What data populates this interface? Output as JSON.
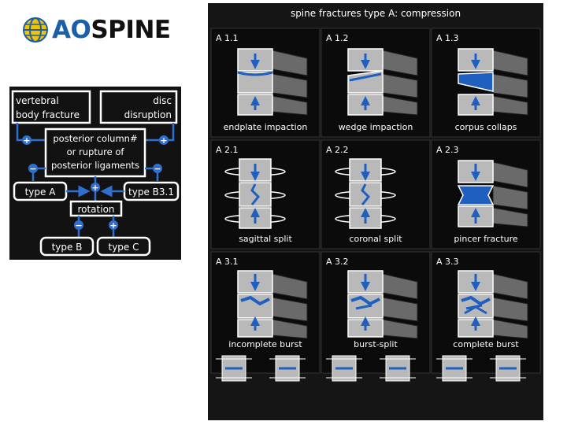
{
  "logo": {
    "text_ao": "AO",
    "text_spine": "SPINE",
    "icon": "globe-icon",
    "brand_color": "#1b5fa8"
  },
  "flowchart": {
    "vertebral_line1": "vertebral",
    "vertebral_line2": "body fracture",
    "disc_line1": "disc",
    "disc_line2": "disruption",
    "center_line1": "posterior column#",
    "center_line2": "or rupture of",
    "center_line3": "posterior ligaments",
    "type_a": "type A",
    "type_b31": "type B3.1",
    "rotation": "rotation",
    "type_b": "type B",
    "type_c": "type C",
    "plus": "+",
    "minus": "−"
  },
  "panel": {
    "title": "spine fractures type A: compression",
    "cells": [
      {
        "code": "A 1.1",
        "label": "endplate impaction"
      },
      {
        "code": "A 1.2",
        "label": "wedge impaction"
      },
      {
        "code": "A 1.3",
        "label": "corpus collaps"
      },
      {
        "code": "A 2.1",
        "label": "sagittal split"
      },
      {
        "code": "A 2.2",
        "label": "coronal split"
      },
      {
        "code": "A 2.3",
        "label": "pincer fracture"
      },
      {
        "code": "A 3.1",
        "label": "incomplete burst"
      },
      {
        "code": "A 3.2",
        "label": "burst-split"
      },
      {
        "code": "A 3.3",
        "label": "complete burst"
      }
    ],
    "accent_color": "#1f5fbf"
  }
}
